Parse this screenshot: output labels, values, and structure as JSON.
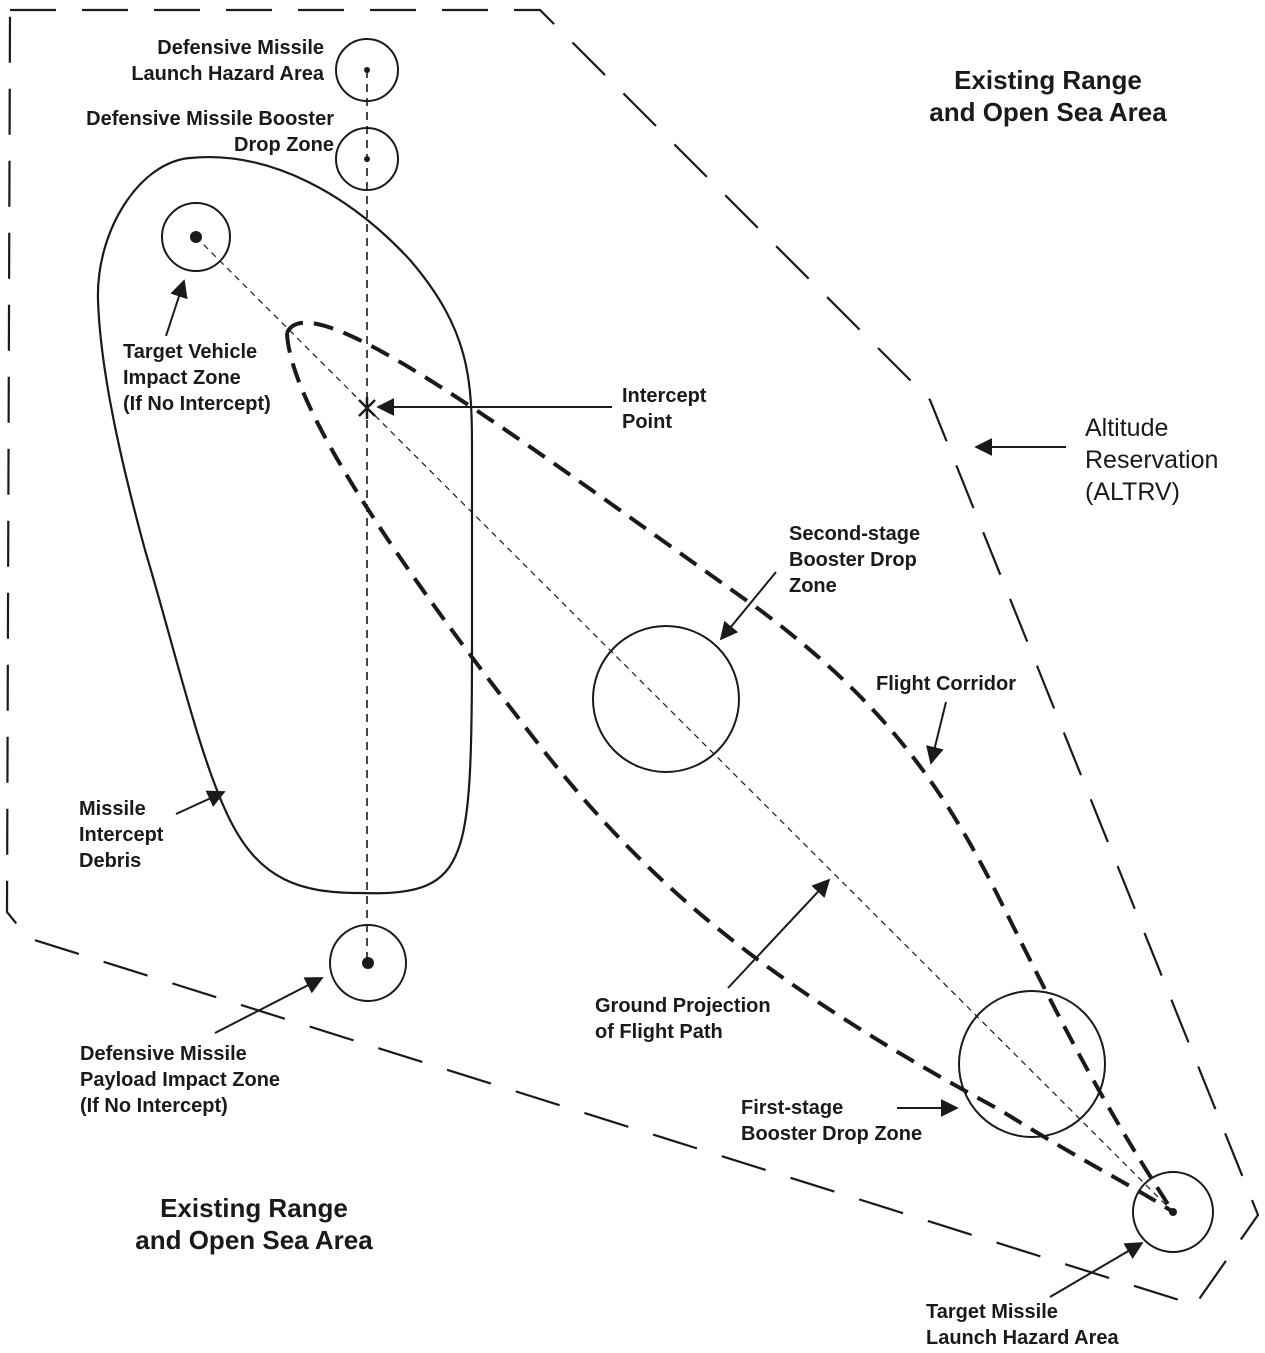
{
  "labels": {
    "defensive_launch_hazard": [
      "Defensive Missile",
      "Launch Hazard Area"
    ],
    "defensive_booster_drop": [
      "Defensive Missile Booster",
      "Drop Zone"
    ],
    "existing_range_top": [
      "Existing Range",
      "and Open Sea Area"
    ],
    "target_vehicle_impact": [
      "Target Vehicle",
      "Impact Zone",
      "(If No Intercept)"
    ],
    "intercept_point": [
      "Intercept",
      "Point"
    ],
    "altitude_reservation": [
      "Altitude",
      "Reservation",
      "(ALTRV)"
    ],
    "second_stage_drop": [
      "Second-stage",
      "Booster Drop",
      "Zone"
    ],
    "flight_corridor": [
      "Flight Corridor"
    ],
    "missile_intercept_debris": [
      "Missile",
      "Intercept",
      "Debris"
    ],
    "ground_projection": [
      "Ground Projection",
      "of Flight Path"
    ],
    "defensive_payload_impact": [
      "Defensive Missile",
      "Payload Impact Zone",
      "(If No Intercept)"
    ],
    "first_stage_drop": [
      "First-stage",
      "Booster Drop Zone"
    ],
    "existing_range_bottom": [
      "Existing Range",
      "and Open Sea Area"
    ],
    "target_launch_hazard": [
      "Target Missile",
      "Launch Hazard Area"
    ]
  },
  "colors": {
    "ink": "#1a1a1a",
    "background": "#ffffff"
  }
}
